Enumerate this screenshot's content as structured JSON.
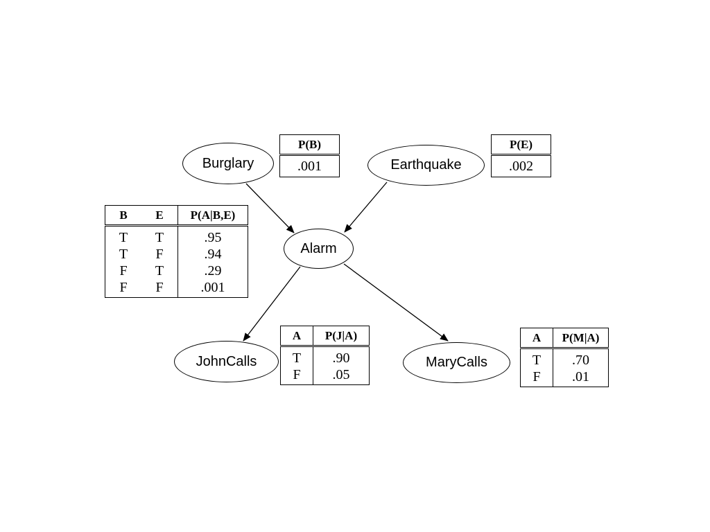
{
  "nodes": {
    "burglary": "Burglary",
    "earthquake": "Earthquake",
    "alarm": "Alarm",
    "johncalls": "JohnCalls",
    "marycalls": "MaryCalls"
  },
  "edges": [
    {
      "from": "Burglary",
      "to": "Alarm"
    },
    {
      "from": "Earthquake",
      "to": "Alarm"
    },
    {
      "from": "Alarm",
      "to": "JohnCalls"
    },
    {
      "from": "Alarm",
      "to": "MaryCalls"
    }
  ],
  "cpt_b": {
    "header": "P(B)",
    "value": ".001"
  },
  "cpt_e": {
    "header": "P(E)",
    "value": ".002"
  },
  "cpt_a": {
    "headers": [
      "B",
      "E",
      "P(A|B,E)"
    ],
    "rows": [
      [
        "T",
        "T",
        ".95"
      ],
      [
        "T",
        "F",
        ".94"
      ],
      [
        "F",
        "T",
        ".29"
      ],
      [
        "F",
        "F",
        ".001"
      ]
    ]
  },
  "cpt_j": {
    "headers": [
      "A",
      "P(J|A)"
    ],
    "rows": [
      [
        "T",
        ".90"
      ],
      [
        "F",
        ".05"
      ]
    ]
  },
  "cpt_m": {
    "headers": [
      "A",
      "P(M|A)"
    ],
    "rows": [
      [
        "T",
        ".70"
      ],
      [
        "F",
        ".01"
      ]
    ]
  }
}
